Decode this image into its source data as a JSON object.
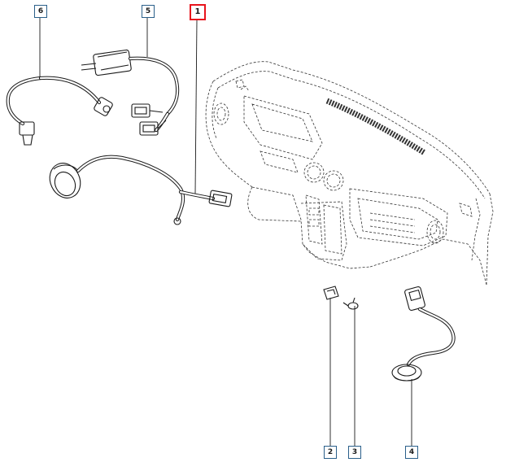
{
  "callouts": [
    {
      "id": "1",
      "selected": true
    },
    {
      "id": "2",
      "selected": false
    },
    {
      "id": "3",
      "selected": false
    },
    {
      "id": "4",
      "selected": false
    },
    {
      "id": "5",
      "selected": false
    },
    {
      "id": "6",
      "selected": false
    }
  ],
  "colors": {
    "callout_border": "#2a5f8a",
    "selected_border": "#e8141c",
    "line": "#1a1a1a"
  }
}
